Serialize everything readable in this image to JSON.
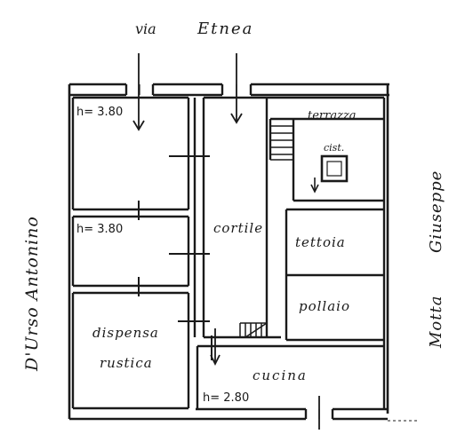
{
  "streets": {
    "north": [
      "via",
      "Etnea"
    ],
    "west": "D'Urso  Antonino",
    "east_top": "Giuseppe",
    "east_bottom": "Motta"
  },
  "rooms": {
    "terrazza": "terrazza",
    "cist": "cist.",
    "cortile": "cortile",
    "tettoia": "tettoia",
    "pollaio": "pollaio",
    "dispensa_line1": "dispensa",
    "dispensa_line2": "rustica",
    "cucina": "cucina"
  },
  "heights": {
    "room_top": "h= 3.80",
    "room_middle": "h= 3.80",
    "cucina": "h= 2.80"
  },
  "colors": {
    "ink": "#1a1a1a",
    "paper": "#ffffff"
  }
}
